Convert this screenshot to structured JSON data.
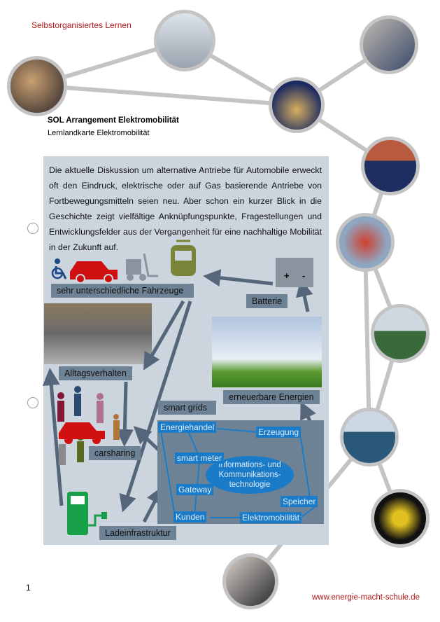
{
  "header": {
    "section": "Selbstorganisiertes Lernen",
    "title": "SOL Arrangement Elektromobilität",
    "subtitle": "Lernlandkarte Elektromobilität"
  },
  "intro": "Die aktuelle Diskussion um alternative Antriebe für Automobile erweckt oft den Eindruck, elektrische oder auf Gas basierende Antriebe von Fortbewegungsmitteln seien neu. Aber schon ein kurzer Blick in die Geschichte zeigt vielfältige Anknüpfungspunkte, Fragestellungen und Entwicklungsfelder aus der Vergangenheit für eine nachhaltige Mobilität in der Zukunft auf.",
  "labels": {
    "fahrzeuge": "sehr unterschiedliche Fahrzeuge",
    "batterie": "Batterie",
    "alltag": "Alltagsverhalten",
    "erneuerbar": "erneuerbare Energien",
    "smartgrids": "smart grids",
    "carsharing": "carsharing",
    "lade": "Ladeinfrastruktur"
  },
  "battery": {
    "plus": "+",
    "minus": "-"
  },
  "smartgrid": {
    "energiehandel": "Energiehandel",
    "erzeugung": "Erzeugung",
    "smartmeter": "smart meter",
    "ikt": "Informations- und Kommunikations-technologie",
    "gateway": "Gateway",
    "speicher": "Speicher",
    "kunden": "Kunden",
    "elektromobilitaet": "Elektromobilität"
  },
  "footer": {
    "page": "1",
    "url": "www.energie-macht-schule.de"
  },
  "colors": {
    "accent": "#b01818",
    "panel": "#ccd4de",
    "label": "#6e8296",
    "blue": "#1a7cc8"
  }
}
